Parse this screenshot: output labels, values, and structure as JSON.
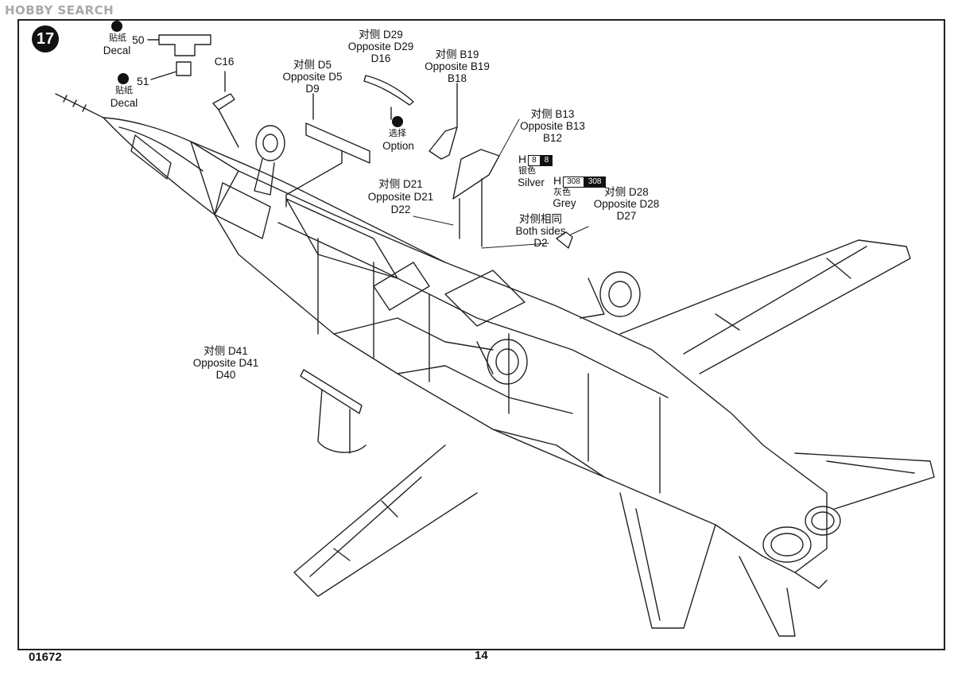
{
  "watermark": "HOBBY SEARCH",
  "step_number": "17",
  "page_number": "14",
  "kit_number": "01672",
  "decals": [
    {
      "cn": "贴纸",
      "en": "Decal",
      "part": "50"
    },
    {
      "cn": "贴纸",
      "en": "Decal",
      "part": "51"
    }
  ],
  "labels": {
    "c16": "C16",
    "d5": {
      "cn": "对侧 D5",
      "en": "Opposite D5",
      "part": "D9"
    },
    "d29": {
      "cn": "对侧 D29",
      "en": "Opposite D29",
      "part": "D16"
    },
    "b19": {
      "cn": "对侧 B19",
      "en": "Opposite B19",
      "part": "B18"
    },
    "option": {
      "cn": "选择",
      "en": "Option"
    },
    "b13": {
      "cn": "对侧 B13",
      "en": "Opposite B13",
      "part": "B12"
    },
    "d21": {
      "cn": "对侧 D21",
      "en": "Opposite D21",
      "part": "D22"
    },
    "d28": {
      "cn": "对侧 D28",
      "en": "Opposite D28",
      "part": "D27"
    },
    "d2": {
      "cn": "对侧相同",
      "en": "Both sides",
      "part": "D2"
    },
    "d41": {
      "cn": "对侧 D41",
      "en": "Opposite D41",
      "part": "D40"
    }
  },
  "paints": [
    {
      "h": "H",
      "code1": "8",
      "code2": "8",
      "cn": "银色",
      "en": "Silver"
    },
    {
      "h": "H",
      "code1": "308",
      "code2": "308",
      "cn": "灰色",
      "en": "Grey"
    }
  ]
}
